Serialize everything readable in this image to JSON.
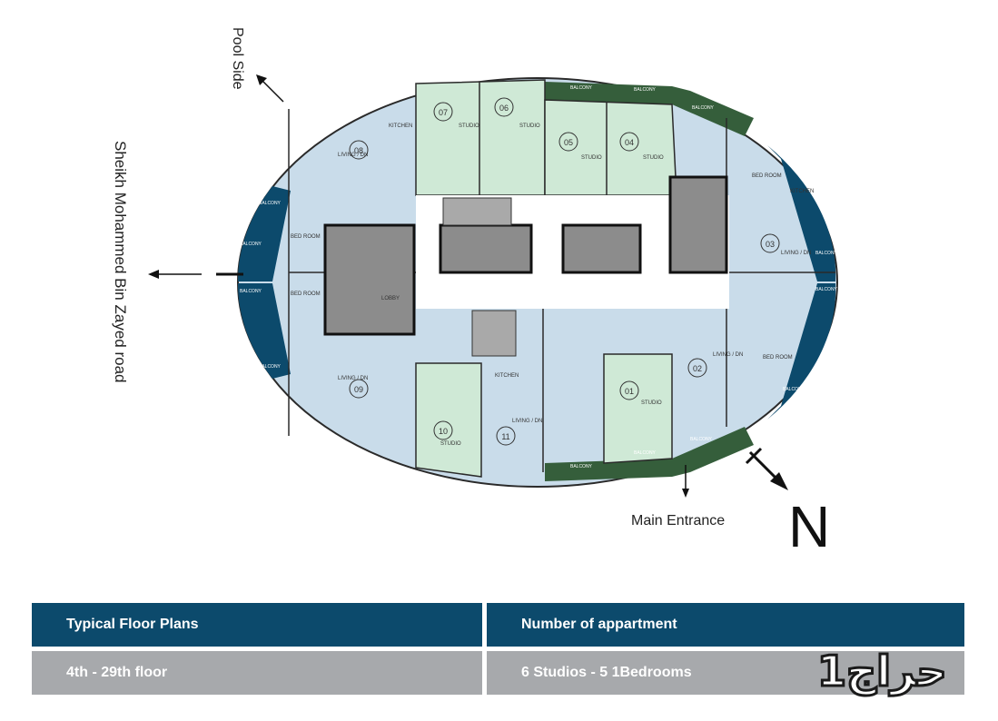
{
  "labels": {
    "pool_side": "Pool Side",
    "road": "Sheikh Mohammed Bin Zayed road",
    "main_entrance": "Main Entrance",
    "north": "N"
  },
  "units": [
    "08",
    "07",
    "06",
    "05",
    "04",
    "03",
    "02",
    "01",
    "11",
    "10",
    "09"
  ],
  "room_labels": {
    "studio": "STUDIO",
    "kitchen": "KITCHEN",
    "living": "LIVING / DN",
    "bed": "BED ROOM",
    "balcony": "BALCONY",
    "lobby": "LOBBY"
  },
  "table": {
    "header_1": "Typical Floor Plans",
    "header_2": "Number of appartment",
    "row_1": "4th - 29th floor",
    "row_2": "6 Studios - 5 1Bedrooms"
  },
  "watermark": "حراج1",
  "colors": {
    "blue_unit": "#c9dcea",
    "green_unit": "#cfe9d6",
    "balcony_dark": "#0c4a6c",
    "balcony_green": "#355e3b",
    "core": "#8c8c8c",
    "header_bg": "#0c4a6c",
    "row_bg": "#a7a9ac"
  }
}
